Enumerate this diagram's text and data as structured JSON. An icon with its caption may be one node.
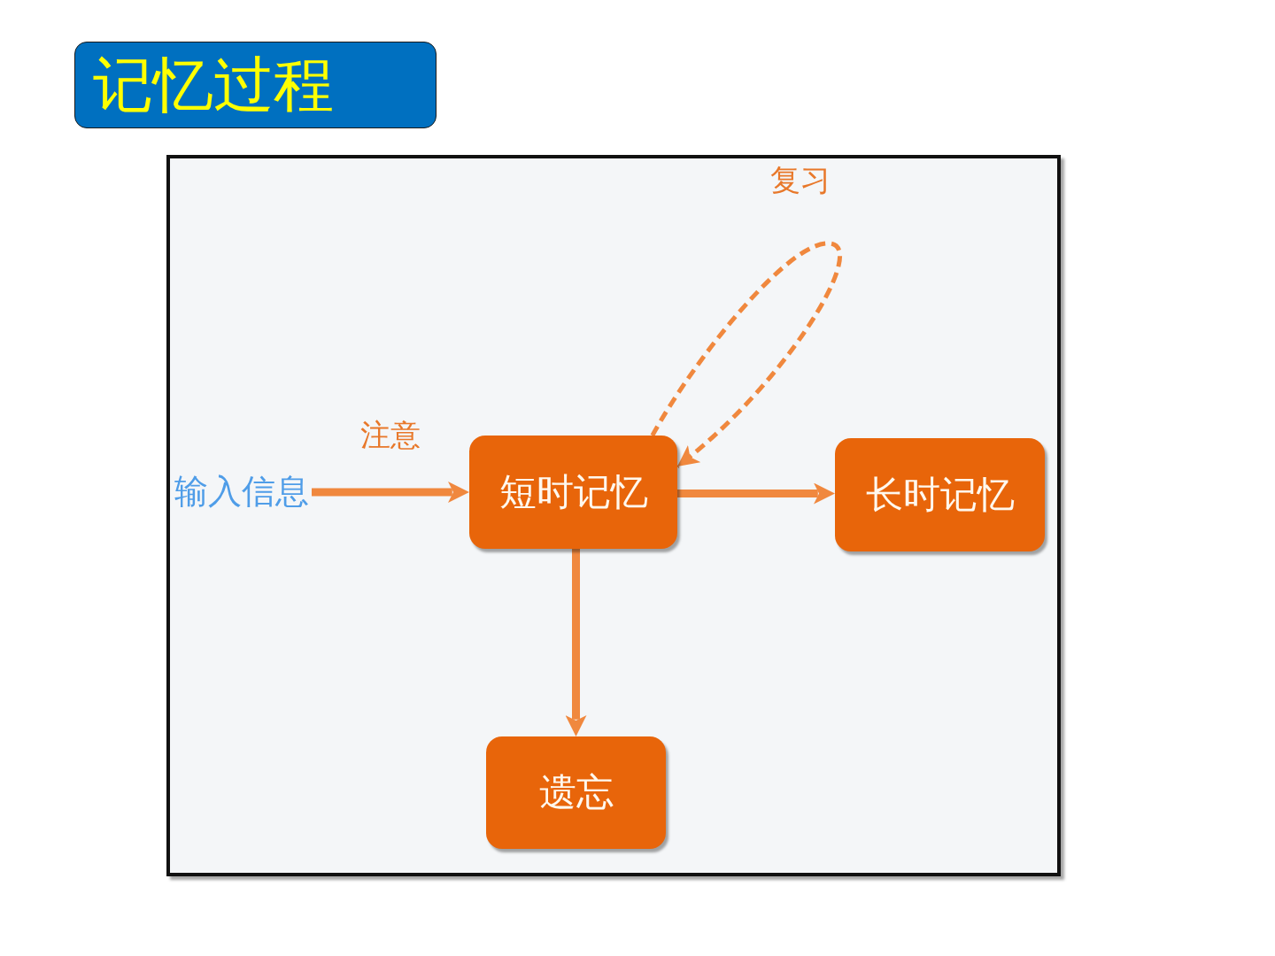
{
  "diagram": {
    "title": "记忆过程",
    "nodes": [
      {
        "text": [
          "输入信息"
        ]
      },
      {
        "text": [
          "短时记忆"
        ]
      },
      {
        "text": [
          "长时记忆"
        ]
      },
      {
        "text": [
          "遗忘"
        ]
      }
    ],
    "edges": [
      {
        "from": 0,
        "to": 1,
        "arrow": "to",
        "label": "注意"
      },
      {
        "from": 1,
        "to": 2,
        "arrow": "to"
      },
      {
        "from": 1,
        "to": 3,
        "arrow": "to"
      },
      {
        "from": 1,
        "to": 1,
        "arrow": "to",
        "label": "复习",
        "style": "dashed"
      }
    ]
  }
}
